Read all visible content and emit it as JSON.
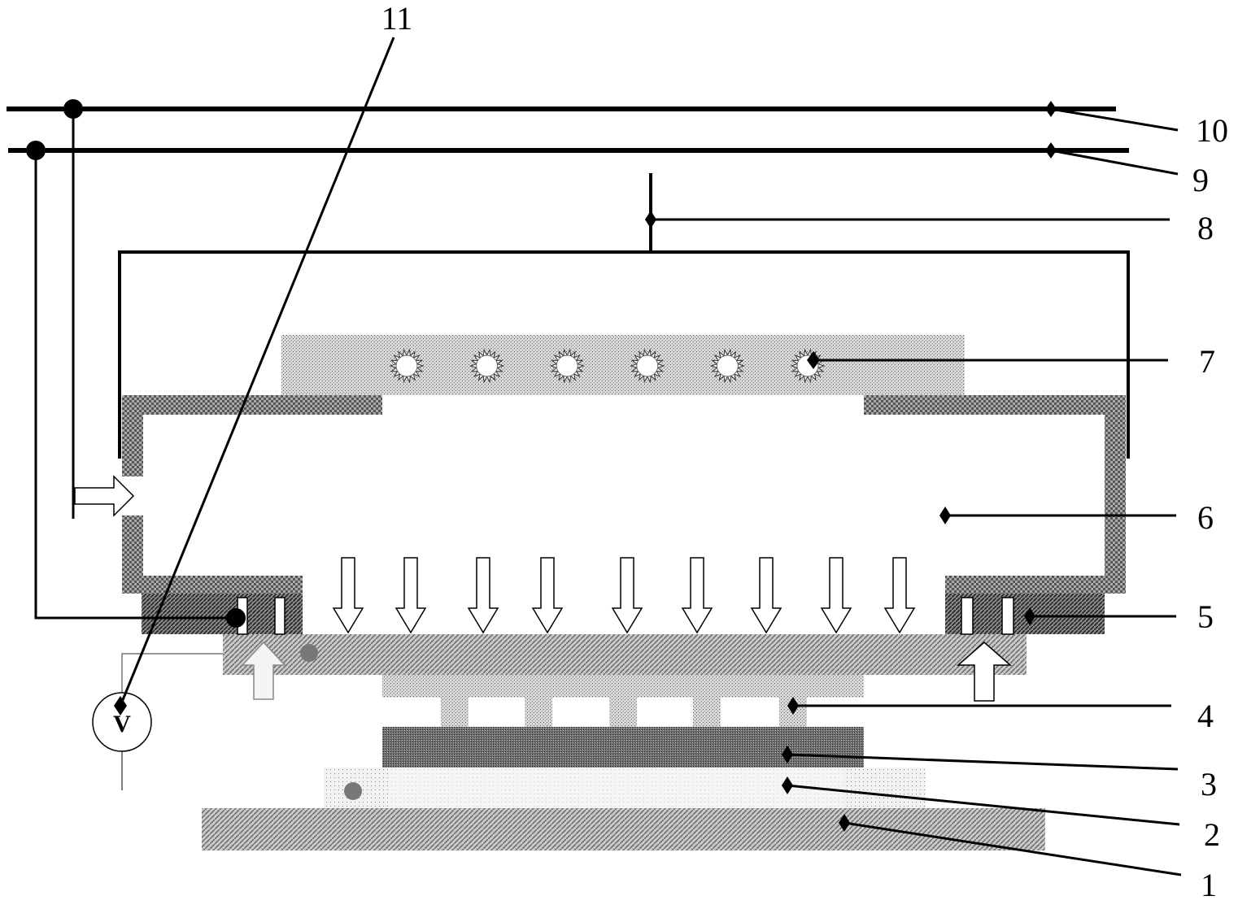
{
  "diagram": {
    "labels": {
      "l1": "1",
      "l2": "2",
      "l3": "3",
      "l4": "4",
      "l5": "5",
      "l6": "6",
      "l7": "7",
      "l8": "8",
      "l9": "9",
      "l10": "10",
      "l11": "11"
    },
    "voltmeter_symbol": "V",
    "lamp_count": 6,
    "gas_flow_arrow_count": 9,
    "support_post_count": 5,
    "colors": {
      "line": "#000000",
      "background": "#ffffff"
    },
    "icons": {
      "lamp": "sun-icon",
      "flow": "down-arrow-icon",
      "meter": "voltmeter-icon"
    }
  }
}
